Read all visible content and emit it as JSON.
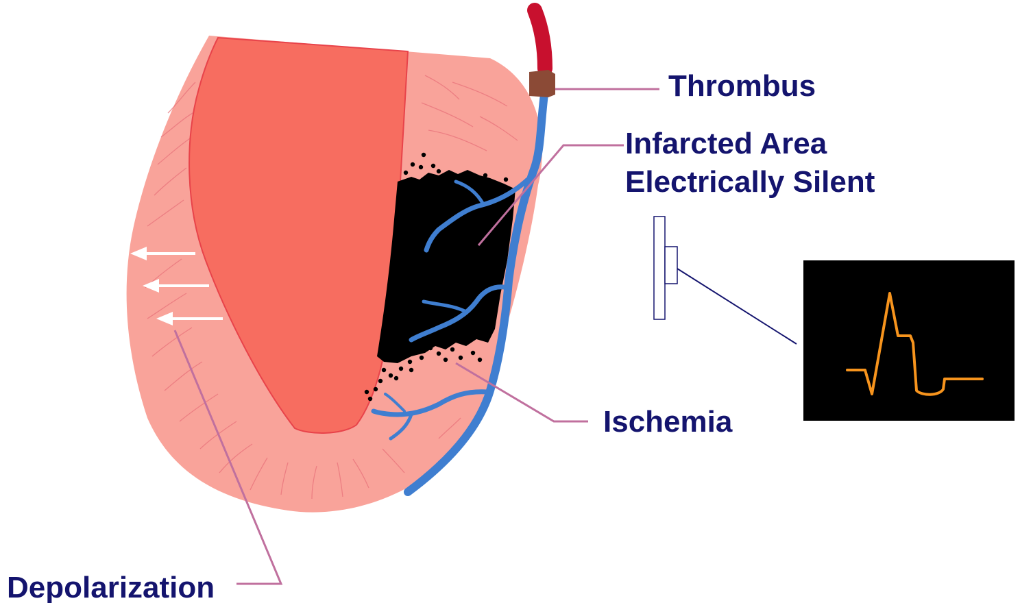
{
  "labels": {
    "thrombus": "Thrombus",
    "infarcted_line1": "Infarcted Area",
    "infarcted_line2": "Electrically Silent",
    "ischemia": "Ischemia",
    "depolarization": "Depolarization"
  },
  "colors": {
    "myocardium": "#f9a39a",
    "ventricle_cavity": "#f76d60",
    "coronary_artery": "#3f7ed0",
    "proximal_artery": "#c8102e",
    "thrombus": "#8b4a36",
    "infarct": "#000000",
    "leader_line": "#c0709e",
    "label_text": "#14146e",
    "ecg_trace": "#f7941d",
    "ecg_background": "#000000",
    "electrode_line": "#14146e"
  }
}
